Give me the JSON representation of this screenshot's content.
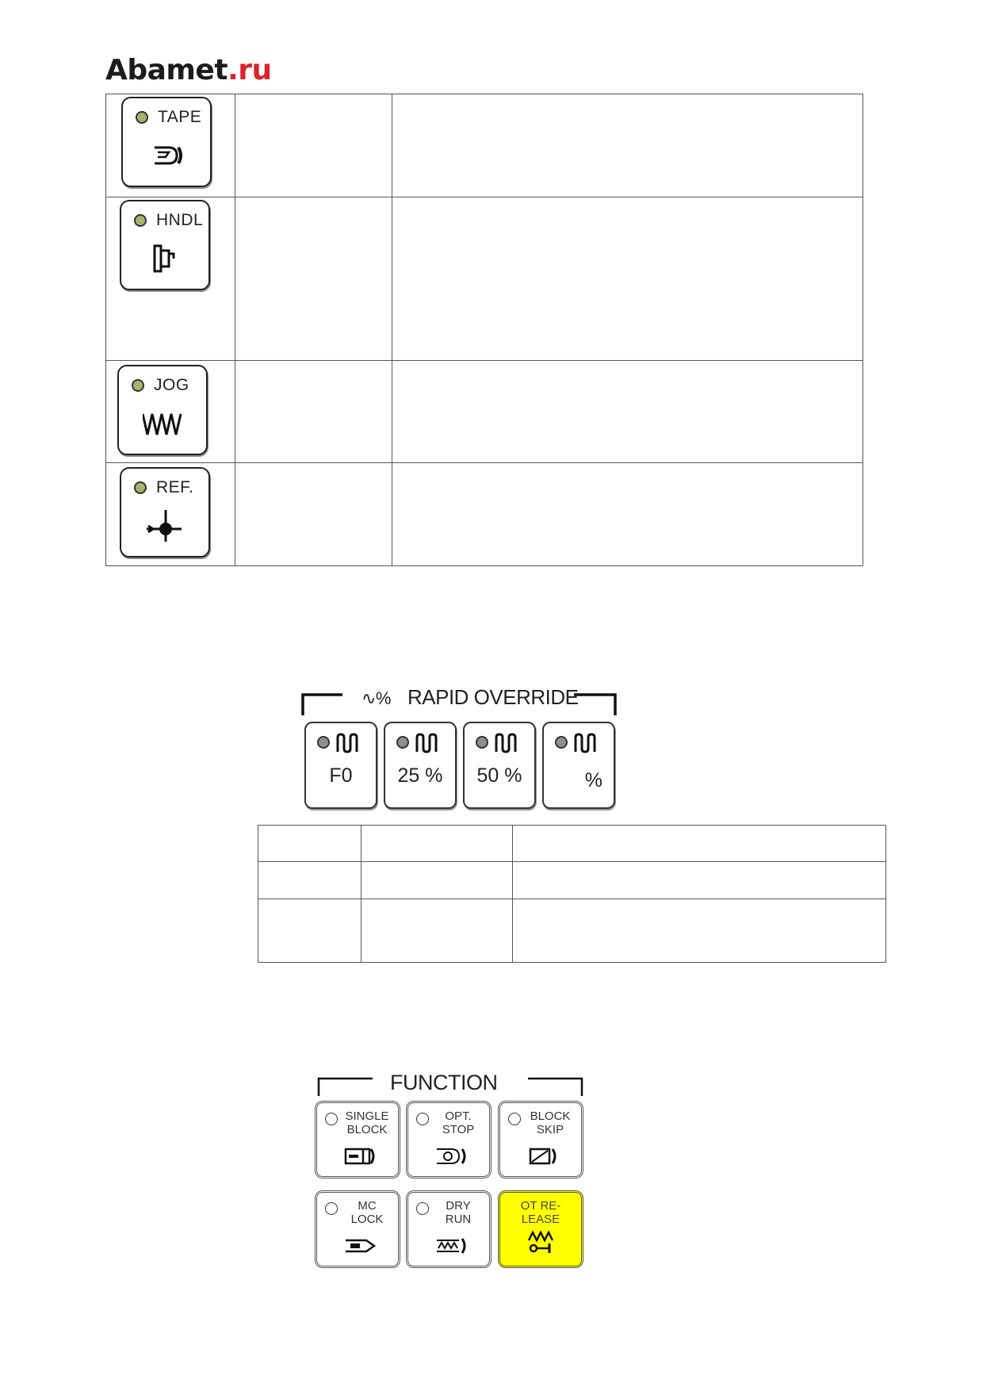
{
  "header": {
    "logo_main": "Abamet",
    "logo_suffix": ".ru"
  },
  "mode_keys": [
    {
      "label": "TAPE",
      "icon": "tape-icon"
    },
    {
      "label": "HNDL",
      "icon": "handwheel-icon"
    },
    {
      "label": "JOG",
      "icon": "jog-icon"
    },
    {
      "label": "REF.",
      "icon": "reference-icon"
    }
  ],
  "rapid_override": {
    "title": "RAPID OVERRIDE",
    "title_prefix": "∿%",
    "keys": [
      {
        "value": "F0"
      },
      {
        "value": "25 %"
      },
      {
        "value": "50 %"
      },
      {
        "value": "%"
      }
    ]
  },
  "function_panel": {
    "title": "FUNCTION",
    "keys": [
      {
        "line1": "SINGLE",
        "line2": "BLOCK",
        "icon": "single-block-icon"
      },
      {
        "line1": "OPT.",
        "line2": "STOP",
        "icon": "opt-stop-icon"
      },
      {
        "line1": "BLOCK",
        "line2": "SKIP",
        "icon": "block-skip-icon"
      },
      {
        "line1": "MC",
        "line2": "LOCK",
        "icon": "mc-lock-icon"
      },
      {
        "line1": "DRY",
        "line2": "RUN",
        "icon": "dry-run-icon"
      },
      {
        "line1": "OT RE-",
        "line2": "LEASE",
        "icon": "ot-release-icon"
      }
    ]
  },
  "colors": {
    "led_mode": "#a5b46b",
    "led_override": "#8f8f8f",
    "ot_release_bg": "#ffff00",
    "logo_accent": "#d9232e"
  }
}
